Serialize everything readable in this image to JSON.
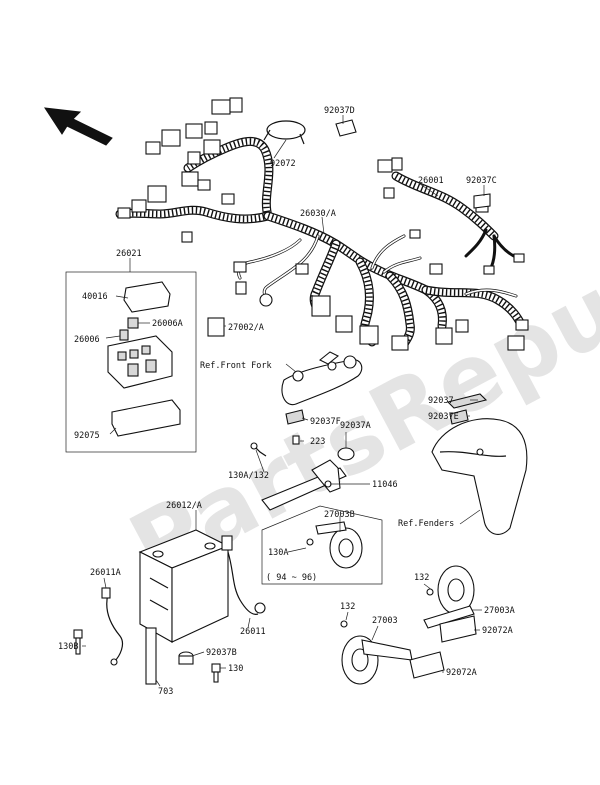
{
  "watermark": "PartsRepublik",
  "direction_arrow": "front-arrow-icon",
  "labels": {
    "p92037D": "92037D",
    "p92072": "92072",
    "p26001": "26001",
    "p92037C": "92037C",
    "p26030A": "26030/A",
    "p26021": "26021",
    "p40016": "40016",
    "p26006A": "26006A",
    "p26006": "26006",
    "p27002A": "27002/A",
    "p92075": "92075",
    "refFrontFork": "Ref.Front Fork",
    "p92037F": "92037F",
    "p223": "223",
    "p92037A": "92037A",
    "p92037": "92037",
    "p92037E": "92037E",
    "p130A132": "130A/132",
    "p11046": "11046",
    "p26012A": "26012/A",
    "p27003B": "27003B",
    "refFenders": "Ref.Fenders",
    "p130A": "130A",
    "years": "( 94 ~ 96)",
    "p26011A": "26011A",
    "p132a": "132",
    "p27003A": "27003A",
    "p132b": "132",
    "p27003": "27003",
    "p92072A_1": "92072A",
    "p130B": "130B",
    "p26011": "26011",
    "p92037B": "92037B",
    "p130": "130",
    "p92072A_2": "92072A",
    "p703": "703"
  }
}
